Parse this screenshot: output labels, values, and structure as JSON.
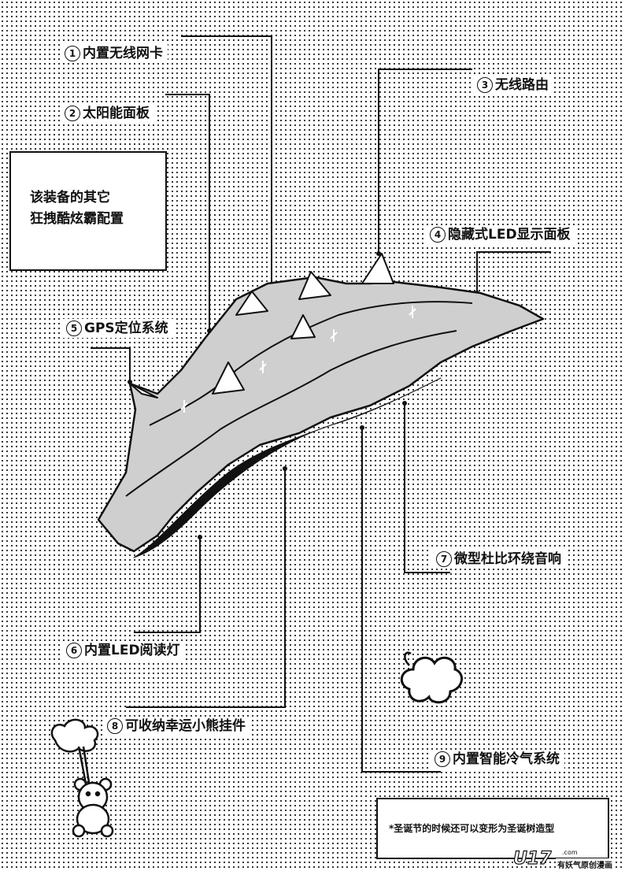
{
  "labels": {
    "l1": {
      "num": "1",
      "text": "内置无线网卡"
    },
    "l2": {
      "num": "2",
      "text": "太阳能面板"
    },
    "l3": {
      "num": "3",
      "text": "无线路由"
    },
    "l4": {
      "num": "4",
      "text": "隐藏式LED显示面板"
    },
    "l5": {
      "num": "5",
      "text": "GPS定位系统"
    },
    "l6": {
      "num": "6",
      "text": "内置LED阅读灯"
    },
    "l7": {
      "num": "7",
      "text": "微型杜比环绕音响"
    },
    "l8": {
      "num": "8",
      "text": "可收纳幸运小熊挂件"
    },
    "l9": {
      "num": "9",
      "text": "内置智能冷气系统"
    }
  },
  "config_box": {
    "line1": "该装备的其它",
    "line2": "狂拽酷炫霸配置"
  },
  "note": {
    "text": "*圣诞节的时候还可以变形为圣诞树造型"
  },
  "logo": {
    "mark": "U17",
    "domain": ".com",
    "slogan": "有妖气原创漫画"
  }
}
